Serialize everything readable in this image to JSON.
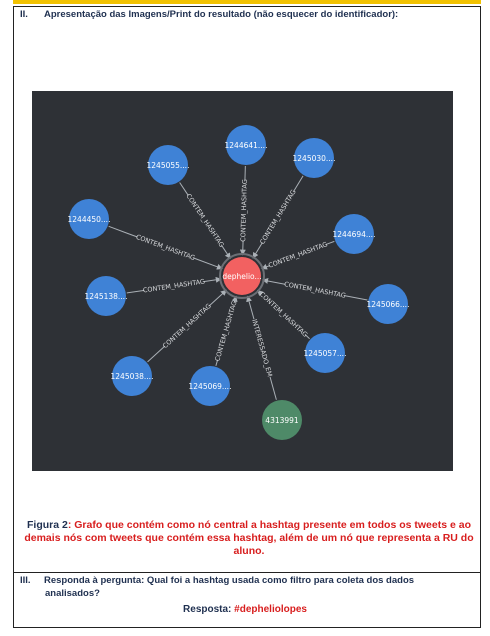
{
  "section2": {
    "roman": "II.",
    "title": "Apresentação das Imagens/Print do resultado (não esquecer do identificador):"
  },
  "graph": {
    "background": "#2e3136",
    "edge_color": "#aab0b6",
    "center": {
      "label": "dephelio...",
      "color": "#f26161"
    },
    "tweet_color": "#3f82d6",
    "user_color": "#4e8a68",
    "nodes": [
      {
        "label": "1245055....",
        "rel": "CONTEM_HASHTAG"
      },
      {
        "label": "1244641....",
        "rel": "CONTEM_HASHTAG"
      },
      {
        "label": "1245030....",
        "rel": "CONTEM_HASHTAG"
      },
      {
        "label": "1244450....",
        "rel": "CONTEM_HASHTAG"
      },
      {
        "label": "1244694....",
        "rel": "CONTEM_HASHTAG"
      },
      {
        "label": "1245138....",
        "rel": "CONTEM_HASHTAG"
      },
      {
        "label": "1245066....",
        "rel": "CONTEM_HASHTAG"
      },
      {
        "label": "1245057....",
        "rel": "CONTEM_HASHTAG"
      },
      {
        "label": "1245038....",
        "rel": "CONTEM_HASHTAG"
      },
      {
        "label": "1245069....",
        "rel": "CONTEM_HASHTAG"
      },
      {
        "label": "4313991",
        "rel": "INTERESSADO_EM",
        "user": true
      }
    ]
  },
  "caption": {
    "label": "Figura 2",
    "text": ": Grafo que contém como nó central a hashtag presente em todos os tweets e ao demais nós com tweets que contém essa hashtag, além de um nó que representa a RU do aluno."
  },
  "section3": {
    "roman": "III.",
    "question_line1": "Responda à pergunta: Qual foi a hashtag usada como filtro para coleta dos dados",
    "question_line2": "analisados?",
    "answer_label": "Resposta: ",
    "answer_value": "#depheliolopes"
  }
}
